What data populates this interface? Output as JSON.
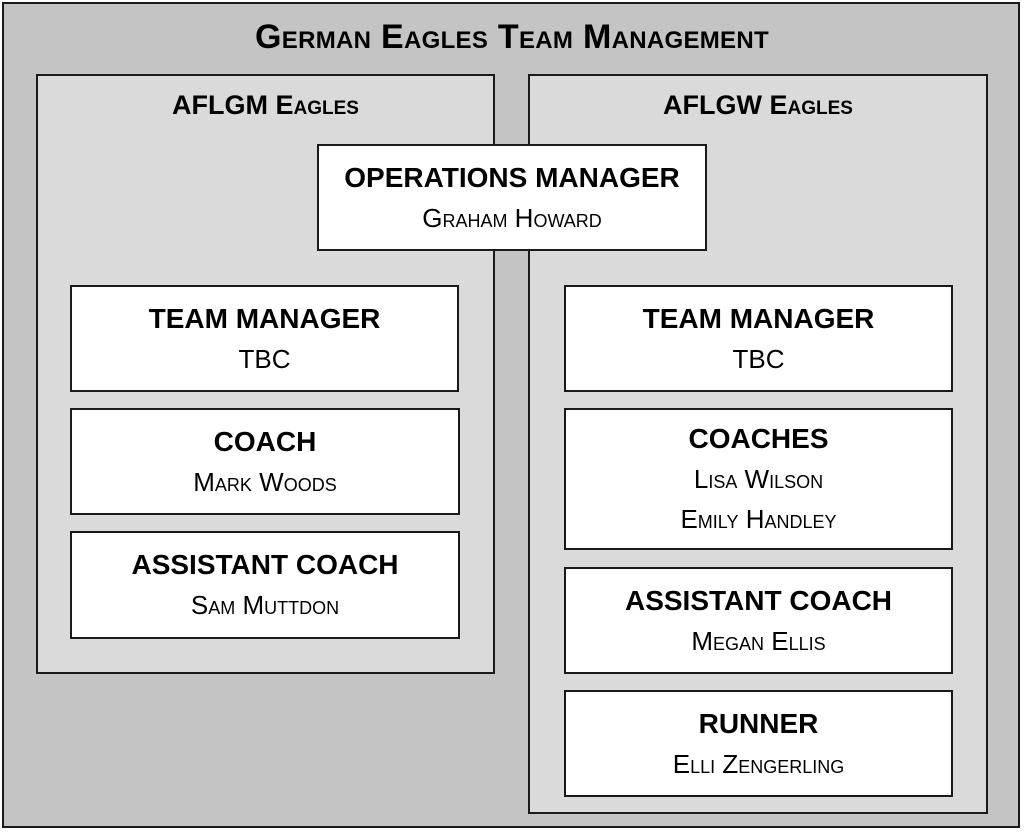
{
  "title": "German Eagles Team Management",
  "operations_manager": {
    "role": "OPERATIONS MANAGER",
    "name": "Graham Howard"
  },
  "aflgm": {
    "title": "AFLGM Eagles",
    "team_manager": {
      "role": "TEAM MANAGER",
      "name": "TBC"
    },
    "coach": {
      "role": "COACH",
      "name": "Mark Woods"
    },
    "assistant_coach": {
      "role": "ASSISTANT COACH",
      "name": "Sam Muttdon"
    }
  },
  "aflgw": {
    "title": "AFLGW Eagles",
    "team_manager": {
      "role": "TEAM MANAGER",
      "name": "TBC"
    },
    "coaches": {
      "role": "COACHES",
      "names": [
        "Lisa Wilson",
        "Emily Handley"
      ]
    },
    "assistant_coach": {
      "role": "ASSISTANT COACH",
      "name": "Megan Ellis"
    },
    "runner": {
      "role": "RUNNER",
      "name": "Elli Zengerling"
    }
  },
  "colors": {
    "outer_background": "#c4c4c4",
    "panel_background": "#dadada",
    "box_background": "#ffffff",
    "border": "#1a1a1a"
  }
}
